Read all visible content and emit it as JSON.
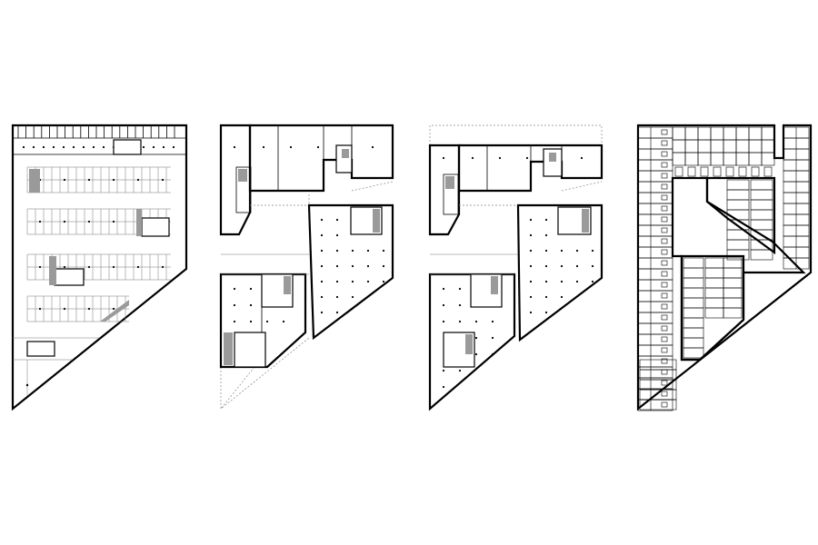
{
  "figure": {
    "panels": [
      {
        "id": "plan-1",
        "kind": "parking-level"
      },
      {
        "id": "plan-2",
        "kind": "retail-level"
      },
      {
        "id": "plan-3",
        "kind": "retail-level"
      },
      {
        "id": "plan-4",
        "kind": "residential-level"
      }
    ]
  },
  "colors": {
    "line": "#000000",
    "fill_gray": "#9a9a9a",
    "dashed": "#888888",
    "background": "#ffffff"
  }
}
